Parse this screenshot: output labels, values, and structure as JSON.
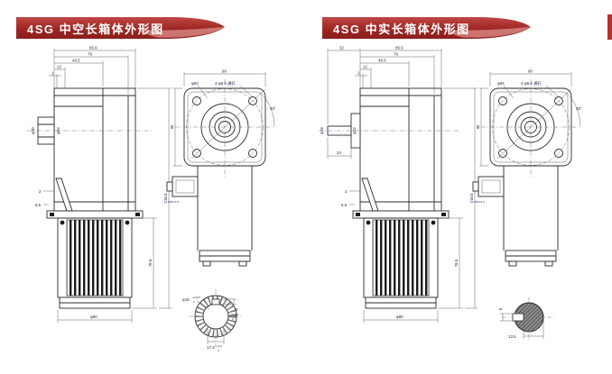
{
  "page": {
    "background": "#ffffff",
    "accent": "#b22a28"
  },
  "panels": [
    {
      "title": "4SG 中空长箱体外形图",
      "front": {
        "width_total": "86.9",
        "width_inner": "76",
        "width_step": "46.5",
        "width_hub": "12",
        "width_lip": "1",
        "height_total": "218.5",
        "height_motor": "78.5",
        "motor_dia": "φ80",
        "hub_od": "φ30",
        "boss_od": "φ52",
        "lip": "2",
        "plate": "6.5"
      },
      "side": {
        "width": "90",
        "height": "90",
        "bolt_circle": "φ94",
        "corner_holes": "4-φ6.5 通孔",
        "corner_angle": "45°",
        "cable_entry": "M16×1.5"
      },
      "detail": {
        "bore": "φ15",
        "bore_tol_upper": "+0.027",
        "bore_tol_lower": "0",
        "keyway_depth": "17.3",
        "depth_tol_upper": "+0.2",
        "depth_tol_lower": "0",
        "key_width": "5",
        "key_tol_upper": "+0.030",
        "key_tol_lower": "0"
      }
    },
    {
      "title": "4SG 中实长箱体外形图",
      "front": {
        "shaft_total": "32",
        "width_total": "86.9",
        "width_inner": "76",
        "width_step": "46.5",
        "width_hub": "12",
        "width_lip": "1",
        "height_total": "218.5",
        "height_motor": "78.5",
        "motor_dia": "φ80",
        "shaft_dia": "φ15",
        "boss_od": "φ32",
        "shaft_len": "24",
        "lip": "2",
        "plate": "6.5"
      },
      "side": {
        "width": "90",
        "height": "90",
        "bolt_circle": "φ94",
        "corner_holes": "4-φ6.5 通孔",
        "corner_angle": "45°",
        "cable_entry": "M16×1.5"
      },
      "detail": {
        "key_width": "5",
        "key_flat": "13.5"
      }
    }
  ]
}
